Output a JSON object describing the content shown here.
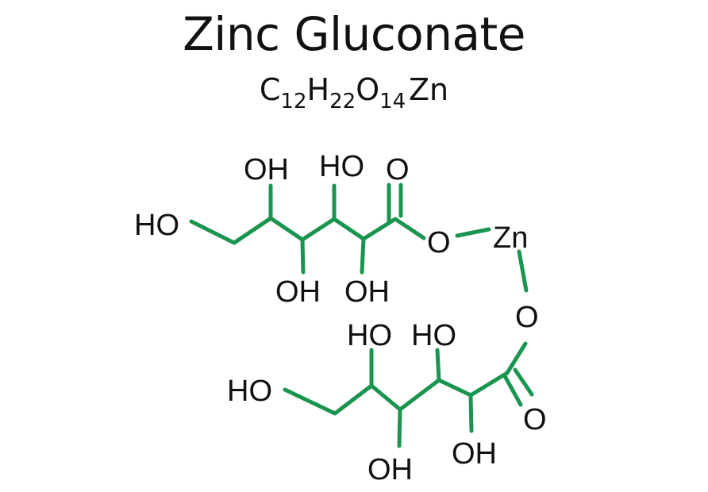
{
  "header": {
    "title": "Zinc Gluconate",
    "formula": {
      "parts": [
        {
          "element": "C",
          "count": "12"
        },
        {
          "element": "H",
          "count": "22"
        },
        {
          "element": "O",
          "count": "14"
        },
        {
          "element": "Zn",
          "count": ""
        }
      ]
    }
  },
  "colors": {
    "bond": "#1a9550",
    "text": "#111111",
    "background": "#ffffff"
  },
  "structure": {
    "upper_chain": {
      "labels": {
        "terminal_ho": "HO",
        "top_1": "OH",
        "top_2": "HO",
        "carbonyl_o": "O",
        "bottom_1": "OH",
        "bottom_2": "OH",
        "ester_o": "O"
      }
    },
    "metal": {
      "label": "Zn"
    },
    "lower_chain": {
      "labels": {
        "ester_o": "O",
        "terminal_ho": "HO",
        "top_1": "HO",
        "top_2": "HO",
        "bottom_1": "OH",
        "bottom_2": "OH",
        "carbonyl_o": "O"
      }
    }
  }
}
